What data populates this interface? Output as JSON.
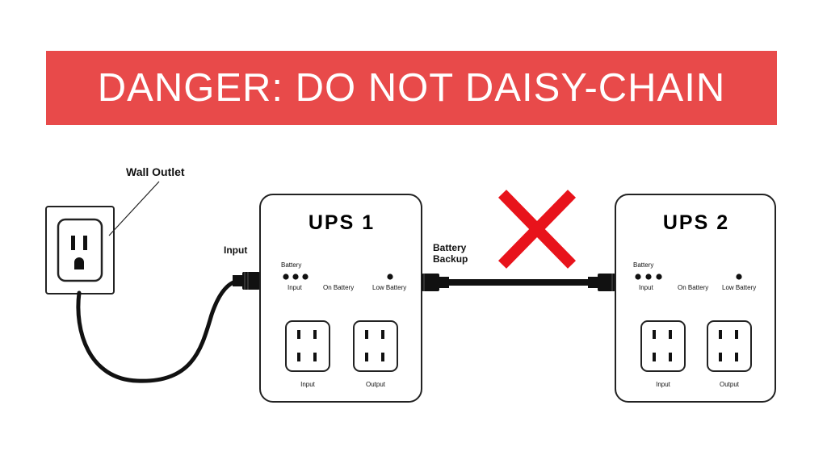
{
  "banner": {
    "text": "DANGER: DO NOT DAISY-CHAIN",
    "color": "#e84a4a"
  },
  "labels": {
    "wall_outlet": "Wall Outlet",
    "input": "Input",
    "battery_backup": "Battery\nBackup"
  },
  "ups1": {
    "title": "UPS 1",
    "indicator_battery": "Battery",
    "indicator_input": "Input",
    "indicator_on_battery": "On Battery",
    "indicator_low_battery": "Low Battery",
    "outlet_input": "Input",
    "outlet_output": "Output"
  },
  "ups2": {
    "title": "UPS 2",
    "indicator_battery": "Battery",
    "indicator_input": "Input",
    "indicator_on_battery": "On Battery",
    "indicator_low_battery": "Low Battery",
    "outlet_input": "Input",
    "outlet_output": "Output"
  },
  "cross_color": "#e8131b",
  "icons": [
    "wall-outlet-icon",
    "power-cable-icon",
    "x-mark-icon",
    "ups-outlet-icon",
    "led-indicator-icon"
  ]
}
